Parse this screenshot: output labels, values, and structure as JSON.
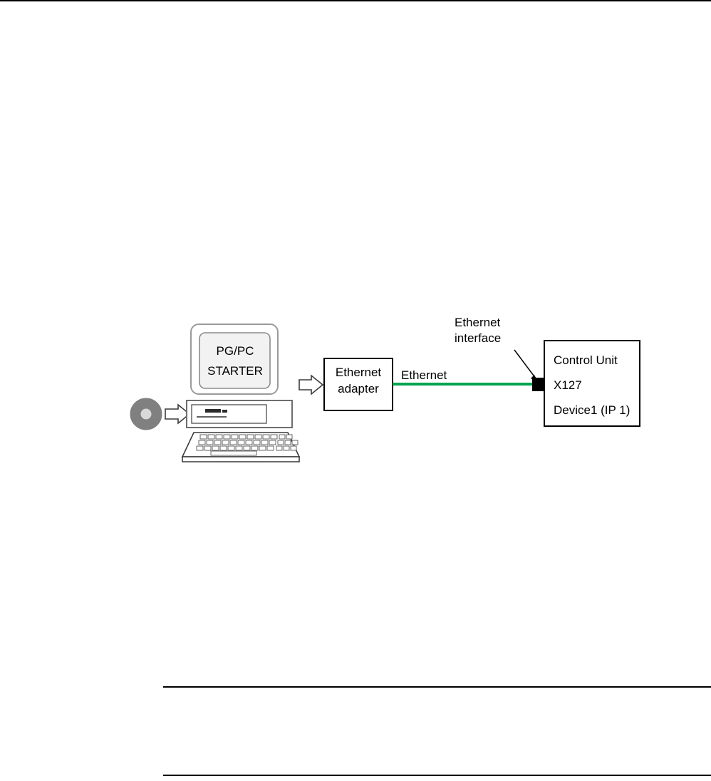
{
  "page": {
    "background_color": "#ffffff",
    "rule_color": "#000000"
  },
  "diagram": {
    "type": "network-connection-diagram",
    "accent_color": "#00a44f",
    "line_color": "#000000",
    "screen_fill": "#f2f2f2",
    "bezel_fill": "#ffffff",
    "cd_color": "#808080",
    "cd_hub_color": "#d9d9d9",
    "pc": {
      "name": "pg-pc-workstation",
      "screen_line1": "PG/PC",
      "screen_line2": "STARTER"
    },
    "media": {
      "name": "installation-cd",
      "label": ""
    },
    "adapter": {
      "name": "ethernet-adapter",
      "line1": "Ethernet",
      "line2": "adapter"
    },
    "cable": {
      "name": "ethernet-cable",
      "label": "Ethernet",
      "color": "#00a44f"
    },
    "interface_callout": {
      "name": "ethernet-interface-callout",
      "line1": "Ethernet",
      "line2": "interface"
    },
    "control_unit": {
      "name": "control-unit-block",
      "line1": "Control Unit",
      "line2": "X127",
      "line3": "Device1 (IP 1)"
    },
    "arrows": [
      {
        "name": "cd-to-pc-arrow"
      },
      {
        "name": "pc-to-adapter-arrow"
      }
    ]
  }
}
